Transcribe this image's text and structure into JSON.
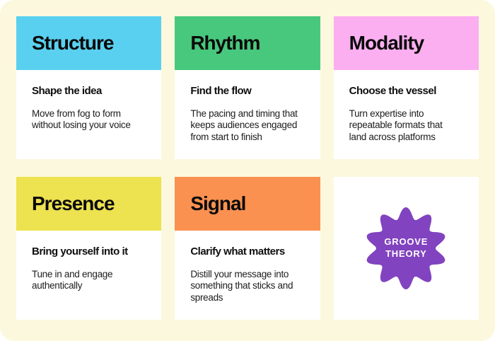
{
  "page": {
    "background": "#FFFFFF",
    "canvas_background": "#FCF8DD"
  },
  "cards": [
    {
      "title": "Structure",
      "header_color": "#5AD0F0",
      "subtitle": "Shape the idea",
      "body": "Move from fog to form\nwithout losing your voice"
    },
    {
      "title": "Rhythm",
      "header_color": "#48C87D",
      "subtitle": "Find the flow",
      "body": "The pacing and timing that\nkeeps audiences engaged\nfrom start to finish"
    },
    {
      "title": "Modality",
      "header_color": "#FBAFF0",
      "subtitle": "Choose the vessel",
      "body": "Turn expertise into\nrepeatable formats that\nland across platforms"
    },
    {
      "title": "Presence",
      "header_color": "#EDE24F",
      "subtitle": "Bring yourself into it",
      "body": "Tune in and engage\nauthentically"
    },
    {
      "title": "Signal",
      "header_color": "#FA9150",
      "subtitle": "Clarify what matters",
      "body": "Distill your message into\nsomething that sticks and\nspreads"
    }
  ],
  "badge": {
    "line1": "GROOVE",
    "line2": "THEORY",
    "color": "#8143BF",
    "text_color": "#FFFFFF"
  }
}
